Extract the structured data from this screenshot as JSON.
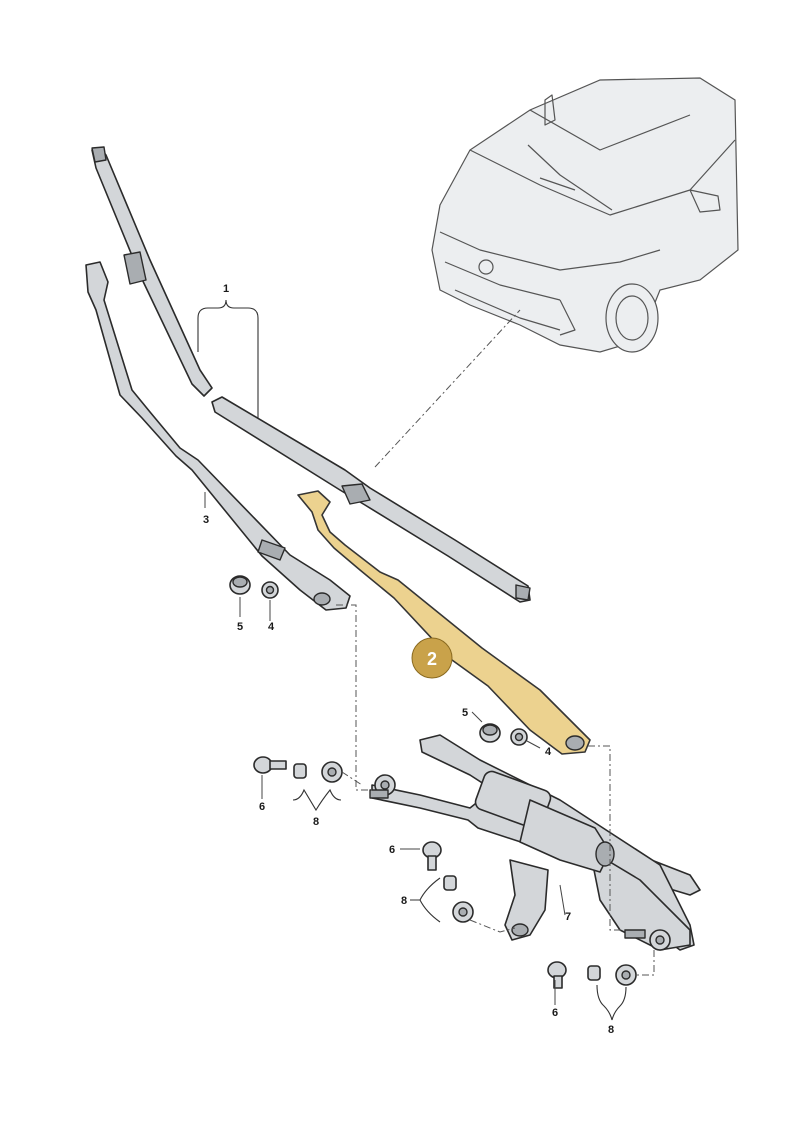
{
  "callouts": {
    "c1": "1",
    "c2": "2",
    "c3": "3",
    "c4a": "4",
    "c5a": "5",
    "c5b": "5",
    "c4b": "4",
    "c6a": "6",
    "c8a": "8",
    "c6b": "6",
    "c8b": "8",
    "c7": "7",
    "c6c": "6",
    "c8c": "8"
  },
  "highlight": {
    "part_number": "2",
    "badge_color": "#c9a24a",
    "fill_color": "#ecd08a"
  },
  "colors": {
    "part_fill": "#d3d6d9",
    "outline": "#2b2b2b"
  }
}
